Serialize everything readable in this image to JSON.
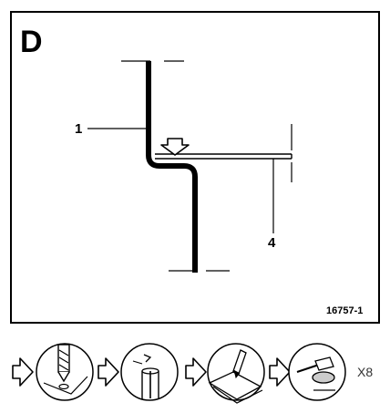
{
  "panel": {
    "label": "D",
    "callout_1": "1",
    "callout_4": "4",
    "reference_code": "16757-1"
  },
  "tool_sequence": {
    "steps": [
      "drill-icon",
      "spot-weld-cutter-icon",
      "brush-prep-icon",
      "sanding-disc-icon"
    ],
    "arrow_icon": "hollow-right-arrow-icon",
    "repeat_label": "X8"
  }
}
